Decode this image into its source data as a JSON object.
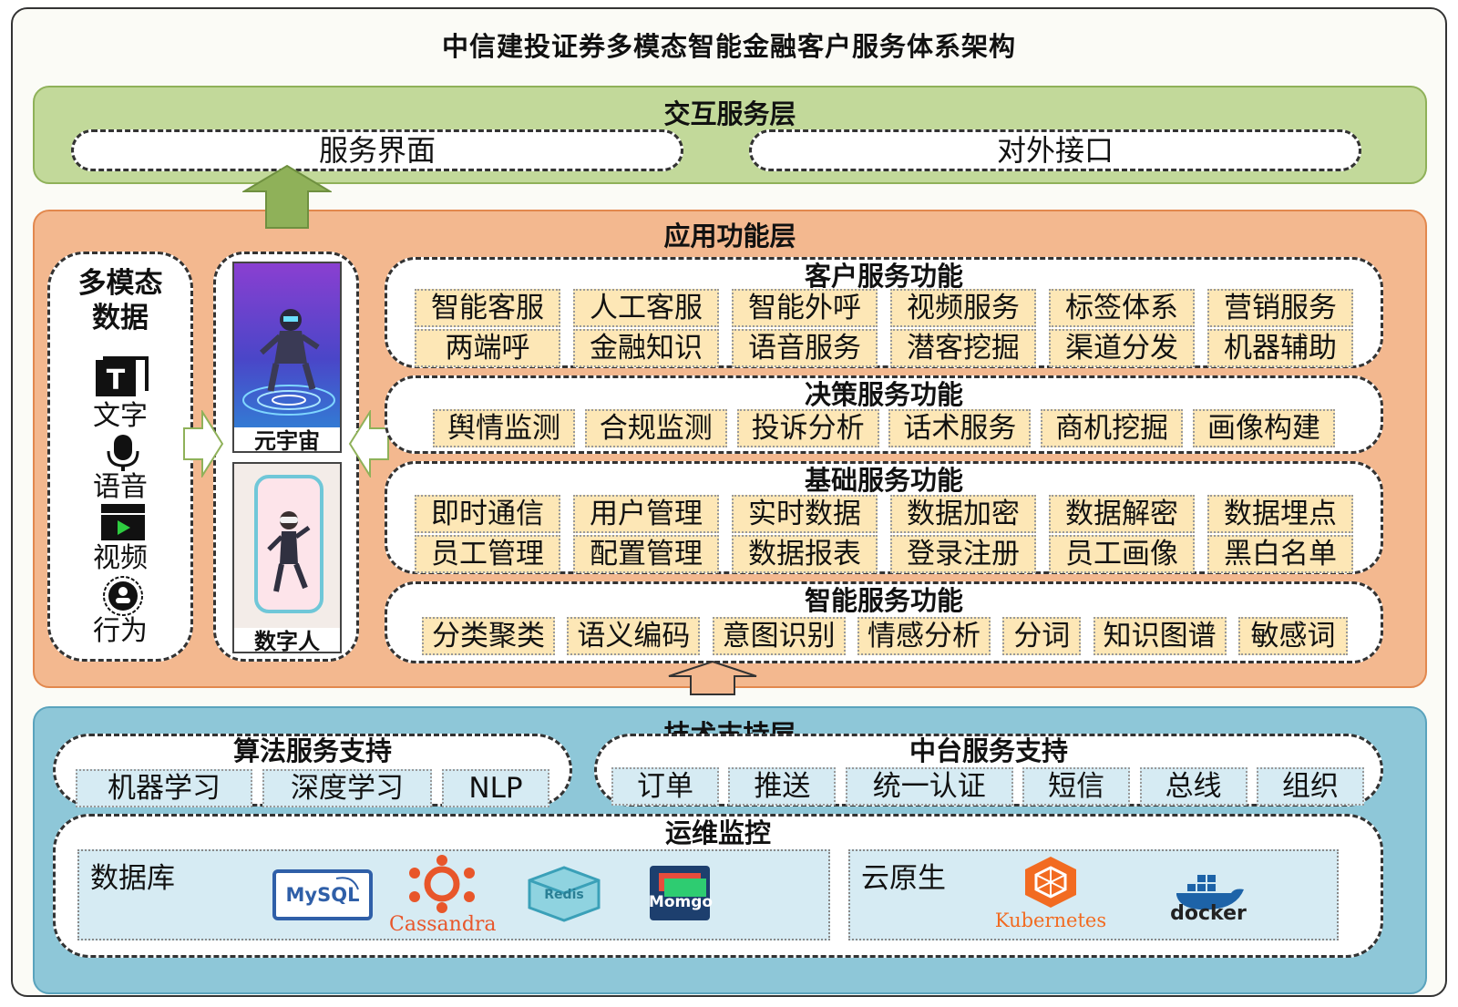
{
  "title": "中信建投证券多模态智能金融客户服务体系架构",
  "interaction_layer": {
    "title": "交互服务层",
    "items": [
      "服务界面",
      "对外接口"
    ]
  },
  "app_layer": {
    "title": "应用功能层",
    "multimodal": {
      "title_line1": "多模态",
      "title_line2": "数据",
      "items": [
        "文字",
        "语音",
        "视频",
        "行为"
      ]
    },
    "metaverse_label": "元宇宙",
    "digital_human_label": "数字人",
    "groups": [
      {
        "title": "客户服务功能",
        "rows": [
          [
            "智能客服",
            "人工客服",
            "智能外呼",
            "视频服务",
            "标签体系",
            "营销服务"
          ],
          [
            "两端呼",
            "金融知识",
            "语音服务",
            "潜客挖掘",
            "渠道分发",
            "机器辅助"
          ]
        ]
      },
      {
        "title": "决策服务功能",
        "rows": [
          [
            "舆情监测",
            "合规监测",
            "投诉分析",
            "话术服务",
            "商机挖掘",
            "画像构建"
          ]
        ]
      },
      {
        "title": "基础服务功能",
        "rows": [
          [
            "即时通信",
            "用户管理",
            "实时数据",
            "数据加密",
            "数据解密",
            "数据埋点"
          ],
          [
            "员工管理",
            "配置管理",
            "数据报表",
            "登录注册",
            "员工画像",
            "黑白名单"
          ]
        ]
      },
      {
        "title": "智能服务功能",
        "rows": [
          [
            "分类聚类",
            "语义编码",
            "意图识别",
            "情感分析",
            "分词",
            "知识图谱",
            "敏感词"
          ]
        ]
      }
    ]
  },
  "tech_layer": {
    "title": "技术支持层",
    "algorithm": {
      "title": "算法服务支持",
      "items": [
        "机器学习",
        "深度学习",
        "NLP"
      ]
    },
    "middle": {
      "title": "中台服务支持",
      "items": [
        "订单",
        "推送",
        "统一认证",
        "短信",
        "总线",
        "组织"
      ]
    },
    "ops": {
      "title": "运维监控",
      "database": {
        "title": "数据库",
        "logos": [
          "MySQL",
          "Cassandra",
          "Redis",
          "Momgo"
        ]
      },
      "cloud": {
        "title": "云原生",
        "logos": [
          "Kubernetes",
          "docker"
        ]
      }
    }
  },
  "colors": {
    "interaction_bg": "#c2d99a",
    "app_bg": "#f3b88f",
    "tech_bg": "#8ec7d8",
    "chip_orange": "#fde7b6",
    "chip_blue": "#d6ebf3"
  }
}
